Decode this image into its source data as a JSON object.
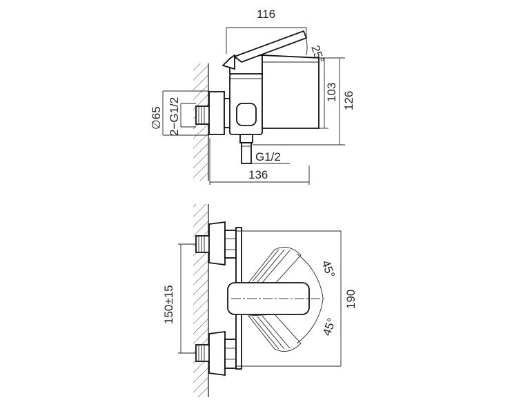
{
  "dimensions": {
    "top_width": "116",
    "lever_angle_top": "25°",
    "body_height_inner": "103",
    "body_height_outer": "126",
    "flange_diameter": "∅65",
    "inlet_thread": "2−G1/2",
    "outlet_thread": "G1/2",
    "total_depth": "136",
    "inlet_spacing": "150±15",
    "lever_angle_up": "45°",
    "lever_angle_down": "45°",
    "front_width": "190"
  },
  "colors": {
    "line": "#222222",
    "background": "#ffffff"
  }
}
